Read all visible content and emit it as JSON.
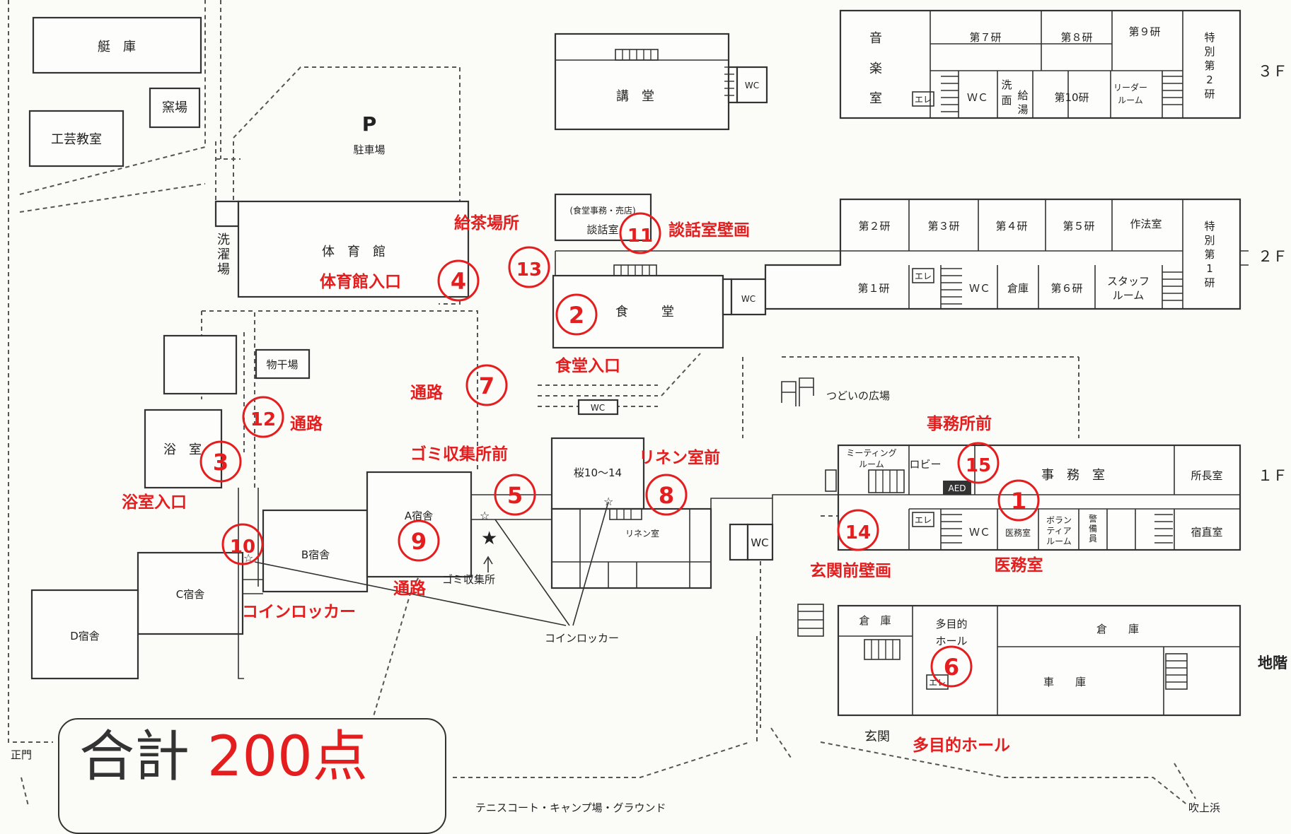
{
  "buildings": {
    "boathouse": "艇　庫",
    "kiln": "窯場",
    "craft_room": "工芸教室",
    "parking_icon": "P",
    "parking": "駐車場",
    "laundry": "洗濯場",
    "gym": "体　育　館",
    "drying_area": "物干場",
    "bath": "浴　室",
    "dorm_a": "A宿舎",
    "dorm_b": "B宿舎",
    "dorm_c": "C宿舎",
    "dorm_d": "D宿舎",
    "sakura": "桜10～14",
    "linen_room": "リネン室",
    "garbage_station": "ゴミ収集所",
    "coin_locker": "コインロッカー",
    "wc": "WC",
    "plaza": "つどいの広場",
    "auditorium": "講　堂",
    "canteen_office": "(食堂事務・売店)",
    "lounge": "談話室",
    "canteen_shoku": "食",
    "canteen_dou": "堂",
    "entrance": "玄関",
    "main_gate": "正門",
    "tennis": "テニスコート・キャンプ場・グラウンド",
    "fukiage": "吹上浜"
  },
  "floor3": {
    "label": "３Ｆ",
    "music": [
      "音",
      "楽",
      "室"
    ],
    "rooms": [
      "第７研",
      "第８研",
      "第９研",
      "第10研"
    ],
    "special2": [
      "特",
      "別",
      "第",
      "2",
      "研"
    ],
    "elevator": "エレ",
    "wc": "ＷＣ",
    "wash": [
      "洗",
      "面"
    ],
    "kyuto": [
      "給",
      "湯"
    ],
    "leader": [
      "リーダー",
      "ルーム"
    ]
  },
  "floor2": {
    "label": "２Ｆ",
    "rooms": [
      "第２研",
      "第３研",
      "第４研",
      "第５研",
      "第１研",
      "第６研"
    ],
    "etiquette": "作法室",
    "special1": [
      "特",
      "別",
      "第",
      "1",
      "研"
    ],
    "elevator": "エレ",
    "wc": "ＷＣ",
    "storage": "倉庫",
    "staff": [
      "スタッフ",
      "ルーム"
    ]
  },
  "floor1": {
    "label": "１Ｆ",
    "meeting": [
      "ミーティング",
      "ルーム"
    ],
    "lobby": "ロビー",
    "office": "事　務　室",
    "director": "所長室",
    "aed": "AED",
    "elevator": "エレ",
    "wc": "ＷＣ",
    "medical": "医務室",
    "volunteer": [
      "ボラン",
      "ティア",
      "ルーム"
    ],
    "guard": [
      "警",
      "備",
      "員"
    ],
    "night_duty": "宿直室"
  },
  "basement": {
    "label": "地階",
    "storage_small": "倉　庫",
    "storage_large": "倉　　庫",
    "multipurpose": [
      "多目的",
      "ホール"
    ],
    "garage": "車　　庫",
    "elevator": "エレ"
  },
  "points": [
    {
      "num": "1",
      "label": "医務室"
    },
    {
      "num": "2",
      "label": "食堂入口"
    },
    {
      "num": "3",
      "label": "浴室入口"
    },
    {
      "num": "4",
      "label": "体育館入口"
    },
    {
      "num": "5",
      "label": "ゴミ収集所前"
    },
    {
      "num": "6",
      "label": "多目的ホール"
    },
    {
      "num": "7",
      "label": "通路"
    },
    {
      "num": "8",
      "label": "リネン室前"
    },
    {
      "num": "9",
      "label": "通路"
    },
    {
      "num": "10",
      "label": "コインロッカー"
    },
    {
      "num": "11",
      "label": "談話室壁画"
    },
    {
      "num": "12",
      "label": "通路"
    },
    {
      "num": "13",
      "label": "給茶場所"
    },
    {
      "num": "14",
      "label": "玄関前壁画"
    },
    {
      "num": "15",
      "label": "事務所前"
    }
  ],
  "total": {
    "label": "合計",
    "value": "200点"
  }
}
